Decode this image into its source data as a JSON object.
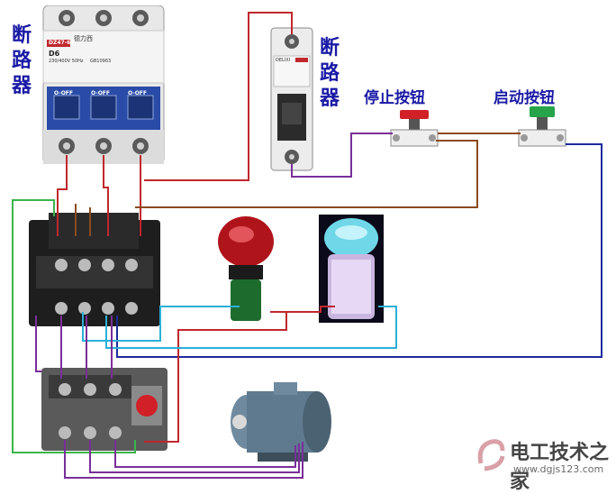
{
  "labels": {
    "breaker_main": "断\n路\n器",
    "breaker_small": "断\n路\n器",
    "stop_button": "停止按钮",
    "start_button": "启动按钮"
  },
  "breaker_main": {
    "brand": "德力西",
    "model": "DZ47-63",
    "rating": "D6",
    "specs": "230/400V 50Hz",
    "standard": "GB10963",
    "switch_labels": [
      "O-OFF",
      "O-OFF",
      "O-OFF"
    ]
  },
  "breaker_small": {
    "brand": "DELIXI"
  },
  "watermark": {
    "name": "电工技术之家",
    "url": "www.dgjs123.com"
  },
  "colors": {
    "wire_red": "#c0272d",
    "wire_purple": "#7a2e9a",
    "wire_green": "#3cb44b",
    "wire_blue": "#1f2a9c",
    "wire_cyan": "#2ab0d8",
    "wire_brown": "#8b4a1c",
    "label_blue": "#1a1aa6",
    "stop_red": "#d12027",
    "start_green": "#27a34a",
    "breaker_blue": "#2a4ca8"
  }
}
